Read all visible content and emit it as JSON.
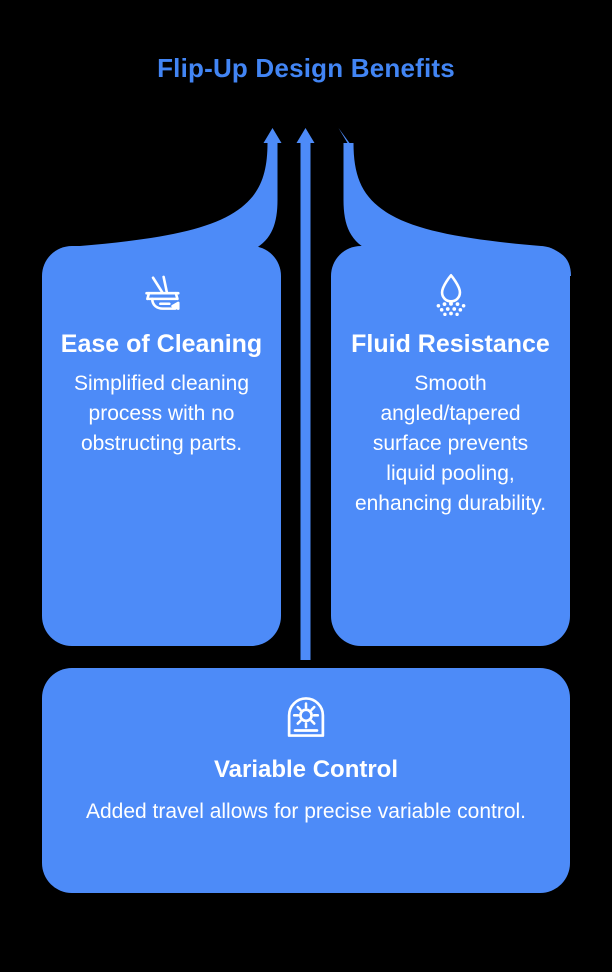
{
  "infographic": {
    "title": "Flip-Up Design Benefits",
    "title_color": "#4285f4",
    "background_color": "#000000",
    "card_color": "#4d8bf8",
    "text_color": "#ffffff",
    "arrow_color": "#4d8bf8",
    "arrow_count": 3
  },
  "cards": [
    {
      "icon": "broom-sweeping-icon",
      "heading": "Ease of Cleaning",
      "body": "Simplified cleaning process with no obstructing parts."
    },
    {
      "icon": "water-droplet-splash-icon",
      "heading": "Fluid Resistance",
      "body": "Smooth angled/tapered surface prevents liquid pooling, enhancing durability."
    },
    {
      "icon": "control-dial-knob-icon",
      "heading": "Variable Control",
      "body": "Added travel allows for precise variable control."
    }
  ]
}
